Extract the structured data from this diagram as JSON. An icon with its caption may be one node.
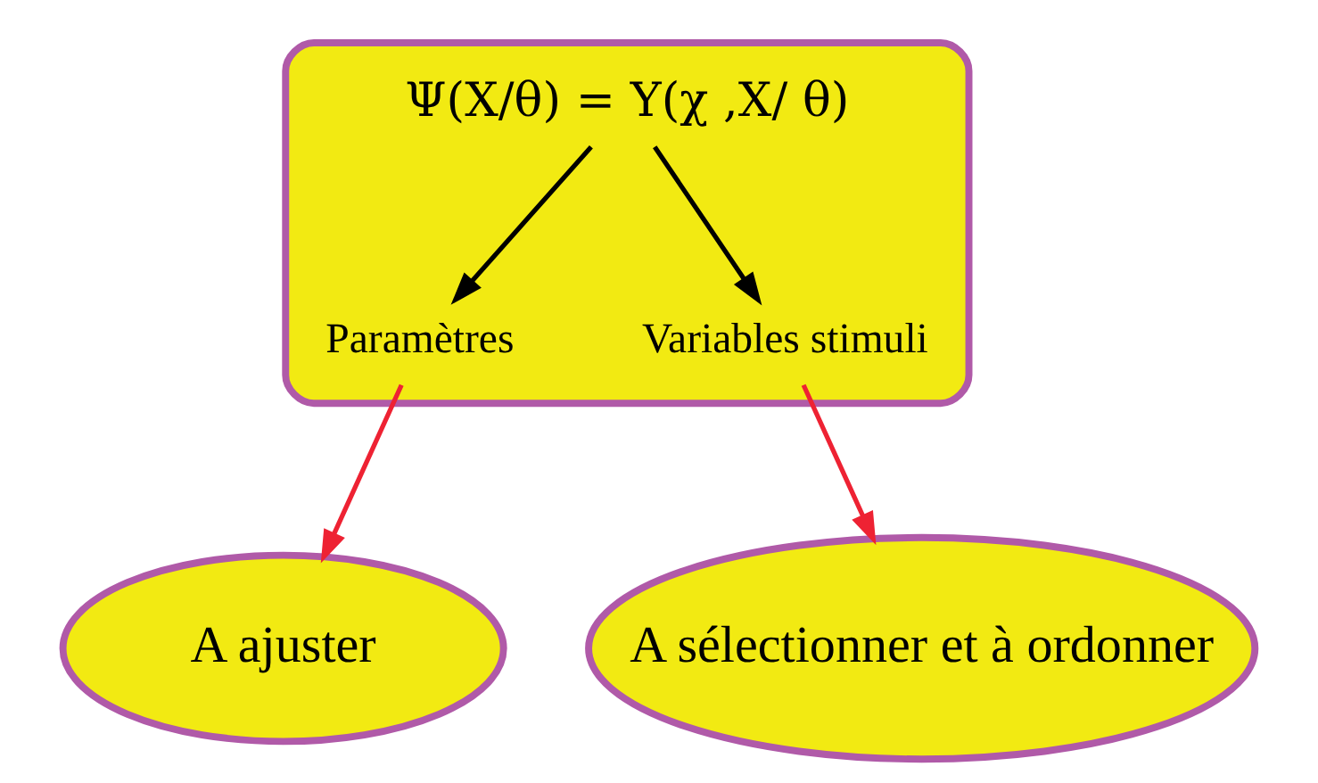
{
  "diagram": {
    "nodes": [
      {
        "text": [],
        "shape": "box"
      },
      {
        "text": [
          "Ψ(X/θ) = Y(χ ,X/ θ)"
        ],
        "in": 0
      },
      {
        "text": [
          "Paramètres"
        ],
        "in": 0
      },
      {
        "text": [
          "Variables stimuli"
        ],
        "in": 0
      },
      {
        "text": [
          "A ajuster"
        ]
      },
      {
        "text": [
          "A sélectionner et à ordonner"
        ]
      }
    ],
    "edges": [
      {
        "from": 1,
        "to": 2,
        "arrow": "to"
      },
      {
        "from": 1,
        "to": 3,
        "arrow": "to"
      },
      {
        "from": 2,
        "to": 4,
        "arrow": "to",
        "color": "#ee2233"
      },
      {
        "from": 3,
        "to": 5,
        "arrow": "to",
        "color": "#ee2233"
      }
    ]
  }
}
